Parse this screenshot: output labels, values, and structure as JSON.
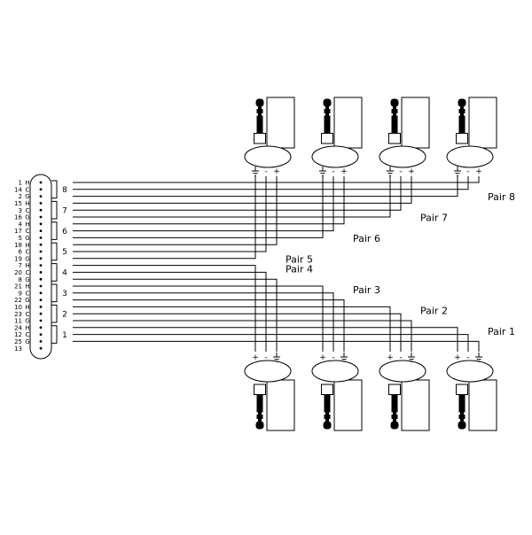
{
  "diagram_type": "wiring-diagram",
  "connector": {
    "type": "DB25",
    "pins": [
      {
        "number": "1",
        "signal": "H"
      },
      {
        "number": "14",
        "signal": "C"
      },
      {
        "number": "2",
        "signal": "G"
      },
      {
        "number": "15",
        "signal": "H"
      },
      {
        "number": "3",
        "signal": "C"
      },
      {
        "number": "16",
        "signal": "G"
      },
      {
        "number": "4",
        "signal": "H"
      },
      {
        "number": "17",
        "signal": "C"
      },
      {
        "number": "5",
        "signal": "G"
      },
      {
        "number": "18",
        "signal": "H"
      },
      {
        "number": "6",
        "signal": "C"
      },
      {
        "number": "19",
        "signal": "G"
      },
      {
        "number": "7",
        "signal": "H"
      },
      {
        "number": "20",
        "signal": "C"
      },
      {
        "number": "8",
        "signal": "G"
      },
      {
        "number": "21",
        "signal": "H"
      },
      {
        "number": "9",
        "signal": "C"
      },
      {
        "number": "22",
        "signal": "G"
      },
      {
        "number": "10",
        "signal": "H"
      },
      {
        "number": "23",
        "signal": "C"
      },
      {
        "number": "11",
        "signal": "G"
      },
      {
        "number": "24",
        "signal": "H"
      },
      {
        "number": "12",
        "signal": "C"
      },
      {
        "number": "25",
        "signal": "G"
      },
      {
        "number": "13",
        "signal": ""
      }
    ]
  },
  "channels": [
    {
      "group": "8",
      "pair_label": "Pair 8",
      "side": "top",
      "column": 4
    },
    {
      "group": "7",
      "pair_label": "Pair 7",
      "side": "top",
      "column": 3
    },
    {
      "group": "6",
      "pair_label": "Pair 6",
      "side": "top",
      "column": 2
    },
    {
      "group": "5",
      "pair_label": "Pair 5",
      "side": "top",
      "column": 1
    },
    {
      "group": "4",
      "pair_label": "Pair 4",
      "side": "bottom",
      "column": 1
    },
    {
      "group": "3",
      "pair_label": "Pair 3",
      "side": "bottom",
      "column": 2
    },
    {
      "group": "2",
      "pair_label": "Pair 2",
      "side": "bottom",
      "column": 3
    },
    {
      "group": "1",
      "pair_label": "Pair 1",
      "side": "bottom",
      "column": 4
    }
  ],
  "jacks": {
    "type": "TRS plug",
    "top_terminal_order": [
      "gnd",
      "minus",
      "plus"
    ],
    "bottom_terminal_order": [
      "plus",
      "minus",
      "gnd"
    ],
    "terminal_glyphs": {
      "plus": "+",
      "minus": "-",
      "gnd": "⏚"
    }
  },
  "signal_terminal_map": {
    "H": "plus",
    "C": "minus",
    "G": "gnd"
  },
  "colors": {
    "line": "#000000",
    "background": "#ffffff"
  }
}
